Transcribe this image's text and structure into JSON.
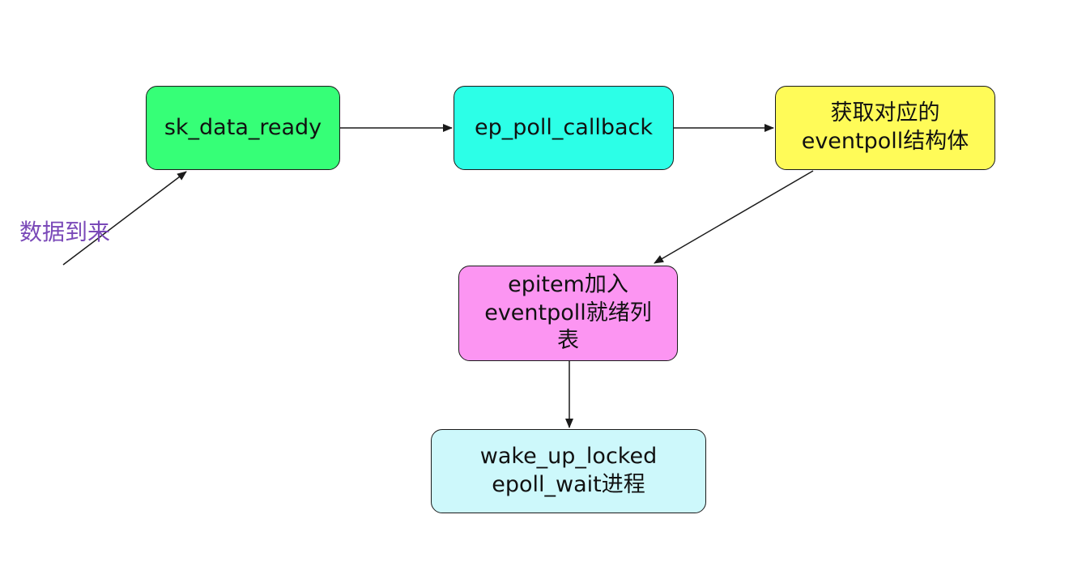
{
  "incoming_label": "数据到来",
  "nodes": [
    {
      "id": "n1",
      "lines": [
        "sk_data_ready"
      ],
      "color": "#36ff77"
    },
    {
      "id": "n2",
      "lines": [
        "ep_poll_callback"
      ],
      "color": "#2cffe7"
    },
    {
      "id": "n3",
      "lines": [
        "获取对应的",
        "eventpoll结构体"
      ],
      "color": "#fffb58"
    },
    {
      "id": "n4",
      "lines": [
        "epitem加入",
        "eventpoll就绪列",
        "表"
      ],
      "color": "#fc95f2"
    },
    {
      "id": "n5",
      "lines": [
        "wake_up_locked",
        "epoll_wait进程"
      ],
      "color": "#cdf8fb"
    }
  ],
  "colors": {
    "edge": "#1a1a1a",
    "label": "#7a49b8"
  }
}
